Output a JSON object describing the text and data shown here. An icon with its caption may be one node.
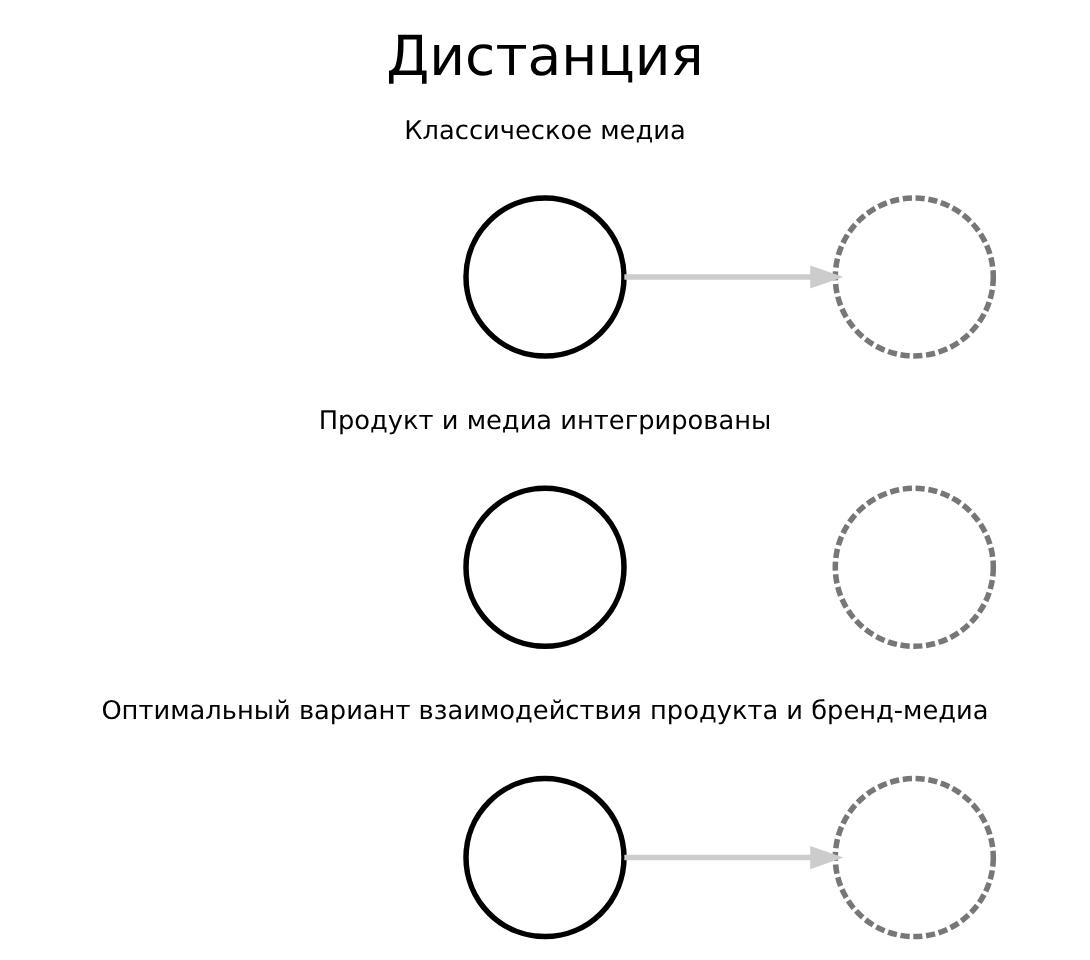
{
  "diagram": {
    "title": "Дистанция",
    "nodes": [
      {
        "text": [],
        "shape": "circle"
      },
      {
        "text": [],
        "shape": "circle"
      },
      {
        "text": [],
        "shape": "circle"
      },
      {
        "text": [],
        "shape": "circle"
      },
      {
        "text": [],
        "shape": "circle"
      },
      {
        "text": [],
        "shape": "circle"
      }
    ],
    "edges": [
      {
        "from": 0,
        "to": 1,
        "arrow": "to"
      },
      {
        "from": 4,
        "to": 5,
        "arrow": "to"
      }
    ],
    "labels": [
      "Классическое медиа",
      "Продукт и медиа интегрированы",
      "Оптимальный вариант взаимодействия продукта и бренд-медиа"
    ]
  }
}
